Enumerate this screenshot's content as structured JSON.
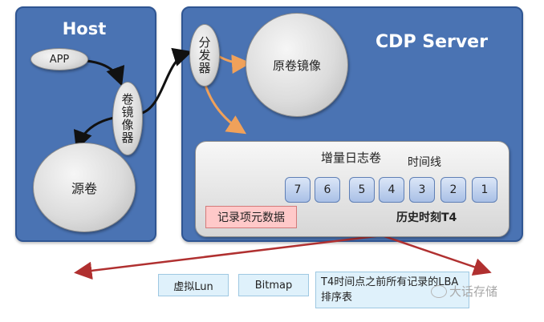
{
  "host": {
    "title": "Host",
    "app_label": "APP",
    "volume_mirror": "卷镜像器",
    "source_volume": "源卷"
  },
  "server": {
    "title": "CDP Server",
    "distributor": "分发器",
    "origin_mirror": "原卷镜像",
    "log_volume_title": "增量日志卷",
    "timeline_label": "时间线",
    "slots": [
      "7",
      "6",
      "5",
      "4",
      "3",
      "2",
      "1"
    ],
    "record_box": "记录项元数据",
    "history_label": "历史时刻T4"
  },
  "bottom": {
    "virtual_lun": "虚拟Lun",
    "bitmap": "Bitmap",
    "sorted_table": "T4时间点之前所有记录的LBA排序表"
  },
  "watermark": "大话存储",
  "colors": {
    "panel": "#4a73b3",
    "orange_arrow": "#f0a15a",
    "red_arrow": "#b03030",
    "timeline_arrow": "#4b78c4"
  }
}
